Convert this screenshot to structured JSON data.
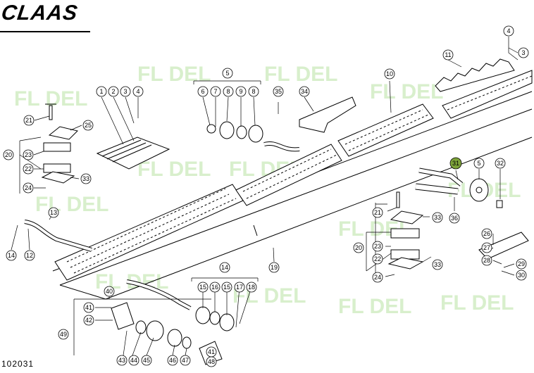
{
  "brand": {
    "logo_text": "CLAAS"
  },
  "document": {
    "number": "102031"
  },
  "watermark": {
    "text": "FL DEL",
    "color": "#b9e2a4"
  },
  "highlight_color": "#7da33a",
  "callouts": [
    {
      "id": "c1",
      "label": "1"
    },
    {
      "id": "c2",
      "label": "2"
    },
    {
      "id": "c3",
      "label": "3"
    },
    {
      "id": "c4a",
      "label": "4"
    },
    {
      "id": "c21a",
      "label": "21"
    },
    {
      "id": "c25",
      "label": "25"
    },
    {
      "id": "c20a",
      "label": "20"
    },
    {
      "id": "c23a",
      "label": "23"
    },
    {
      "id": "c22a",
      "label": "22"
    },
    {
      "id": "c33a",
      "label": "33"
    },
    {
      "id": "c24a",
      "label": "24"
    },
    {
      "id": "c5a",
      "label": "5"
    },
    {
      "id": "c6",
      "label": "6"
    },
    {
      "id": "c7",
      "label": "7"
    },
    {
      "id": "c8a",
      "label": "8"
    },
    {
      "id": "c9",
      "label": "9"
    },
    {
      "id": "c8b",
      "label": "8"
    },
    {
      "id": "c35",
      "label": "35"
    },
    {
      "id": "c34",
      "label": "34"
    },
    {
      "id": "c10",
      "label": "10"
    },
    {
      "id": "c11",
      "label": "11"
    },
    {
      "id": "c4b",
      "label": "4"
    },
    {
      "id": "c3b",
      "label": "3"
    },
    {
      "id": "c31",
      "label": "31"
    },
    {
      "id": "c5b",
      "label": "5"
    },
    {
      "id": "c32",
      "label": "32"
    },
    {
      "id": "c21b",
      "label": "21"
    },
    {
      "id": "c33b",
      "label": "33"
    },
    {
      "id": "c36",
      "label": "36"
    },
    {
      "id": "c20b",
      "label": "20"
    },
    {
      "id": "c23b",
      "label": "23"
    },
    {
      "id": "c22b",
      "label": "22"
    },
    {
      "id": "c33c",
      "label": "33"
    },
    {
      "id": "c24b",
      "label": "24"
    },
    {
      "id": "c26",
      "label": "26"
    },
    {
      "id": "c27",
      "label": "27"
    },
    {
      "id": "c28",
      "label": "28"
    },
    {
      "id": "c29",
      "label": "29"
    },
    {
      "id": "c30",
      "label": "30"
    },
    {
      "id": "c13",
      "label": "13"
    },
    {
      "id": "c14a",
      "label": "14"
    },
    {
      "id": "c12",
      "label": "12"
    },
    {
      "id": "c19",
      "label": "19"
    },
    {
      "id": "c40",
      "label": "40"
    },
    {
      "id": "c41a",
      "label": "41"
    },
    {
      "id": "c42",
      "label": "42"
    },
    {
      "id": "c49",
      "label": "49"
    },
    {
      "id": "c43",
      "label": "43"
    },
    {
      "id": "c44",
      "label": "44"
    },
    {
      "id": "c45",
      "label": "45"
    },
    {
      "id": "c46",
      "label": "46"
    },
    {
      "id": "c47",
      "label": "47"
    },
    {
      "id": "c41b",
      "label": "41"
    },
    {
      "id": "c48",
      "label": "48"
    },
    {
      "id": "c14b",
      "label": "14"
    },
    {
      "id": "c15a",
      "label": "15"
    },
    {
      "id": "c16",
      "label": "16"
    },
    {
      "id": "c15b",
      "label": "15"
    },
    {
      "id": "c17",
      "label": "17"
    },
    {
      "id": "c18",
      "label": "18"
    }
  ]
}
